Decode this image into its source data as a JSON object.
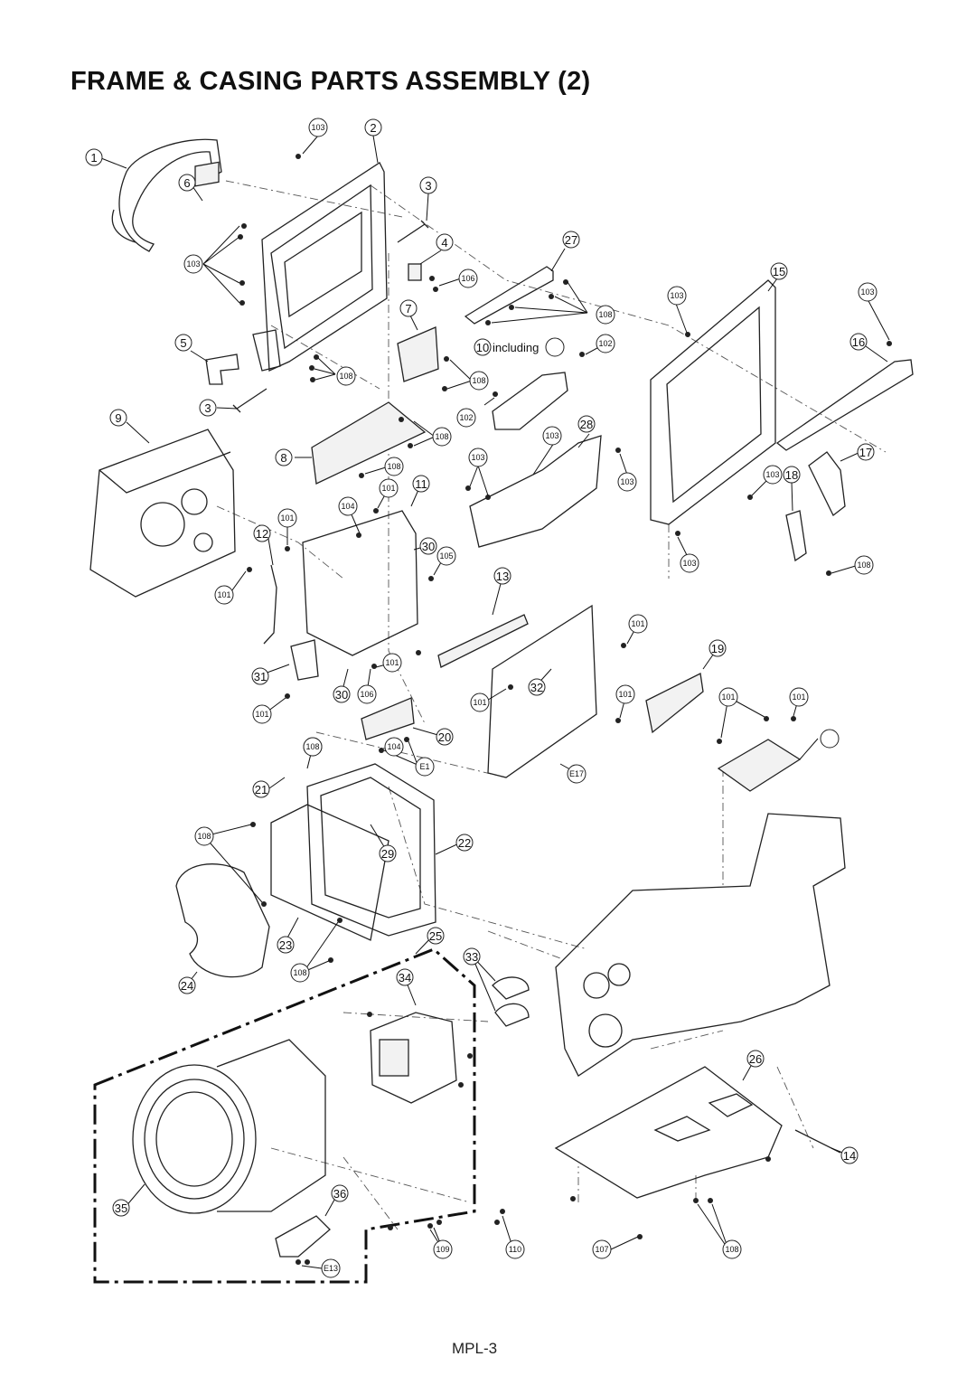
{
  "title": "FRAME & CASING PARTS ASSEMBLY (2)",
  "page_code": "MPL-3",
  "note_10": "including",
  "callouts": [
    "1",
    "2",
    "3",
    "3",
    "4",
    "5",
    "6",
    "7",
    "8",
    "9",
    "10",
    "11",
    "12",
    "13",
    "14",
    "15",
    "16",
    "17",
    "18",
    "19",
    "20",
    "21",
    "22",
    "23",
    "24",
    "25",
    "26",
    "27",
    "28",
    "29",
    "30",
    "30",
    "31",
    "32",
    "33",
    "34",
    "35",
    "36",
    "101",
    "101",
    "101",
    "101",
    "101",
    "101",
    "101",
    "101",
    "101",
    "101",
    "102",
    "102",
    "103",
    "103",
    "103",
    "103",
    "103",
    "103",
    "103",
    "103",
    "103",
    "104",
    "104",
    "104",
    "105",
    "106",
    "106",
    "107",
    "108",
    "108",
    "108",
    "108",
    "108",
    "108",
    "108",
    "108",
    "108",
    "108",
    "109",
    "110",
    "E1",
    "E13",
    "E17"
  ]
}
